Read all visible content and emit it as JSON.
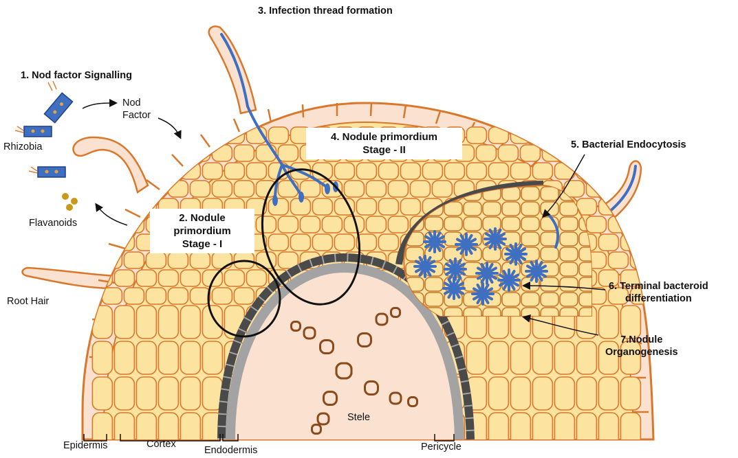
{
  "steps": {
    "s1": "1. Nod factor Signalling",
    "s2": "2. Nodule\nprimordium\nStage - I",
    "s3": "3. Infection thread formation",
    "s4": "4. Nodule primordium\nStage - II",
    "s5": "5. Bacterial Endocytosis",
    "s6": "6. Terminal bacteroid\ndifferentiation",
    "s7": "7.Nodule\nOrganogenesis"
  },
  "labels": {
    "nod_factor": "Nod\nFactor",
    "rhizobia": "Rhizobia",
    "flavanoids": "Flavanoids",
    "root_hair": "Root Hair",
    "stele": "Stele",
    "epidermis": "Epidermis",
    "cortex": "Cortex",
    "endodermis": "Endodermis",
    "pericycle": "Pericycle"
  },
  "colors": {
    "outline": "#d9772a",
    "cortex_fill": "#fde3a0",
    "epidermis_fill": "#fbe1d0",
    "stele_fill": "#fbe1d0",
    "xylem": "#8b4a1c",
    "endodermis": "#4a4a4a",
    "pericycle": "#a3a3a3",
    "bacteria": "#3f6fc0",
    "flavanoid": "#c99a1a"
  }
}
